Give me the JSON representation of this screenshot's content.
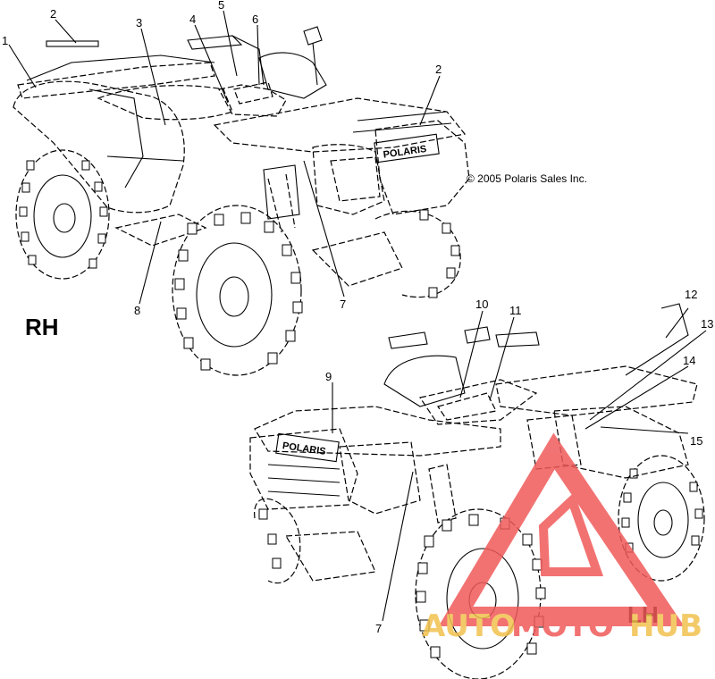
{
  "diagram": {
    "copyright": "© 2005 Polaris Sales Inc.",
    "views": {
      "right": {
        "label": "RH"
      },
      "left": {
        "label": "LH"
      }
    },
    "callouts": [
      "1",
      "2",
      "3",
      "4",
      "5",
      "6",
      "2",
      "7",
      "8",
      "10",
      "11",
      "12",
      "13",
      "9",
      "14",
      "15",
      "7"
    ],
    "badge_text": "POLARIS"
  },
  "watermark": {
    "text_a": "AUTO",
    "text_b": "MOTO",
    "text_c": "HUB",
    "color_main": "#f05a5a",
    "color_accent": "#f2c14e"
  }
}
